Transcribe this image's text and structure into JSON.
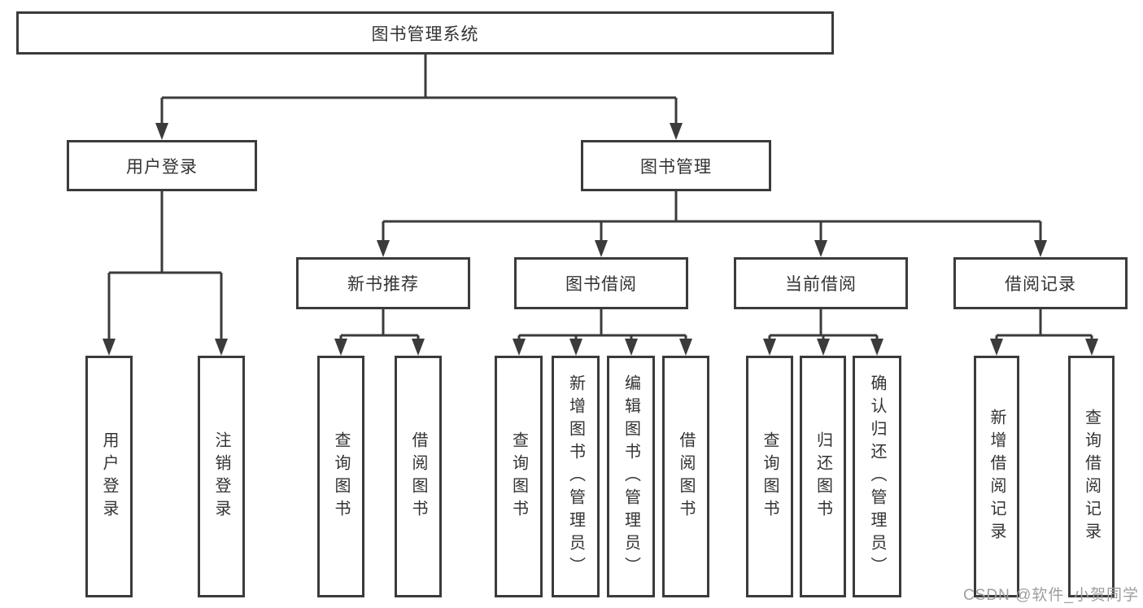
{
  "diagram_title": "图书管理系统",
  "tree": {
    "root": {
      "label": "图书管理系统"
    },
    "level2": [
      {
        "label": "用户登录"
      },
      {
        "label": "图书管理"
      }
    ],
    "level3": [
      {
        "label": "新书推荐"
      },
      {
        "label": "图书借阅"
      },
      {
        "label": "当前借阅"
      },
      {
        "label": "借阅记录"
      }
    ],
    "leaves": {
      "user_login": [
        {
          "label": "用户登录"
        },
        {
          "label": "注销登录"
        }
      ],
      "new_book": [
        {
          "label": "查询图书"
        },
        {
          "label": "借阅图书"
        }
      ],
      "book_borrow": [
        {
          "label": "查询图书"
        },
        {
          "label": "新增图书（管理员）"
        },
        {
          "label": "编辑图书（管理员）"
        },
        {
          "label": "借阅图书"
        }
      ],
      "current_borrow": [
        {
          "label": "查询图书"
        },
        {
          "label": "归还图书"
        },
        {
          "label": "确认归还（管理员）"
        }
      ],
      "borrow_record": [
        {
          "label": "新增借阅记录"
        },
        {
          "label": "查询借阅记录"
        }
      ]
    }
  },
  "watermark": {
    "text": "CSDN @软件_小贺同学"
  },
  "colors": {
    "line": "#3b3b3b",
    "text": "#333333",
    "background": "#ffffff",
    "watermark": "#9e9e9e"
  }
}
